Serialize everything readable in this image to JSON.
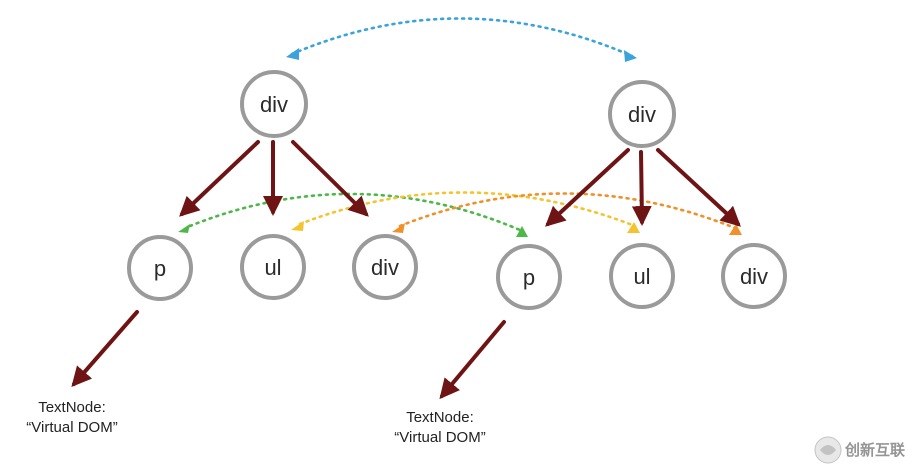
{
  "diagram": {
    "nodes": [
      {
        "id": "left-root",
        "label": "div"
      },
      {
        "id": "left-p",
        "label": "p"
      },
      {
        "id": "left-ul",
        "label": "ul"
      },
      {
        "id": "left-div",
        "label": "div"
      },
      {
        "id": "right-root",
        "label": "div"
      },
      {
        "id": "right-p",
        "label": "p"
      },
      {
        "id": "right-ul",
        "label": "ul"
      },
      {
        "id": "right-div",
        "label": "div"
      }
    ],
    "text_nodes": [
      {
        "id": "left-text",
        "line1": "TextNode:",
        "line2": "“Virtual DOM”"
      },
      {
        "id": "right-text",
        "line1": "TextNode:",
        "line2": "“Virtual DOM”"
      }
    ],
    "colors": {
      "node_stroke": "#9a9a9a",
      "edge": "#6e1414",
      "compare_root": "#3ba3dc",
      "compare_p": "#4db848",
      "compare_ul": "#f4c430",
      "compare_div": "#f0902a"
    }
  },
  "watermark": {
    "text": "创新互联"
  }
}
